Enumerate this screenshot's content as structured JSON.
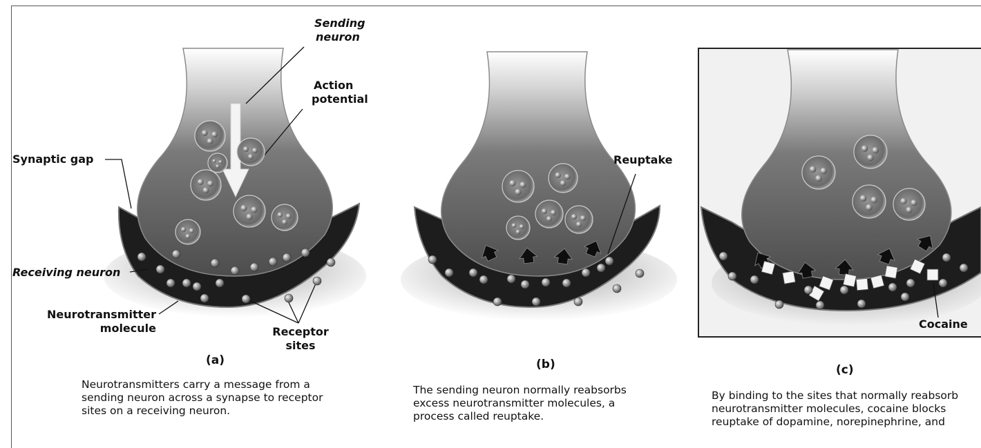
{
  "panels": {
    "a": {
      "letter": "(a)",
      "labels": {
        "sending_neuron": [
          "Sending",
          "neuron"
        ],
        "action_potential": [
          "Action",
          "potential"
        ],
        "synaptic_gap": "Synaptic gap",
        "receiving_neuron": "Receiving neuron",
        "neurotransmitter_molecule": [
          "Neurotransmitter",
          "molecule"
        ],
        "receptor_sites": [
          "Receptor",
          "sites"
        ]
      },
      "caption": [
        "Neurotransmitters carry a message from a",
        "sending neuron across a synapse to receptor",
        "sites on a receiving neuron."
      ]
    },
    "b": {
      "letter": "(b)",
      "labels": {
        "reuptake": "Reuptake"
      },
      "caption": [
        "The sending neuron normally reabsorbs",
        "excess neurotransmitter molecules, a",
        "process called reuptake."
      ]
    },
    "c": {
      "letter": "(c)",
      "labels": {
        "cocaine": "Cocaine"
      },
      "caption": [
        "By binding to the sites that normally reabsorb",
        "neurotransmitter molecules, cocaine blocks",
        "reuptake of dopamine, norepinephrine, and"
      ]
    }
  },
  "colors": {
    "neuron_body": "#5b5b5b",
    "receiving_neuron": "#1d1d1d",
    "vesicle": "#8a8a8a",
    "box_border": "#222222"
  }
}
